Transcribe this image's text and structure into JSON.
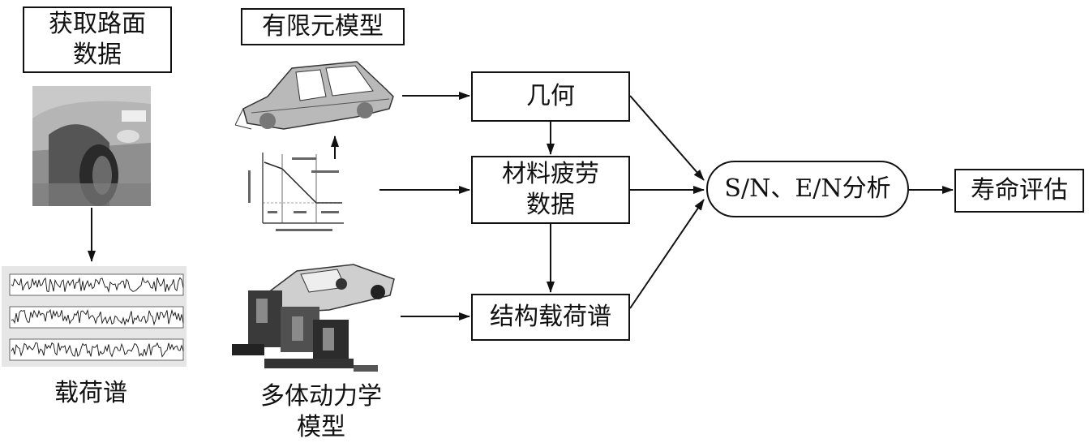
{
  "left": {
    "title": "获取路面\n数据",
    "bottom_label": "载荷谱"
  },
  "middle": {
    "fem_title": "有限元模型",
    "mbd_label": "多体动力学\n模型"
  },
  "flow": {
    "geometry": "几何",
    "material": "材料疲劳\n数据",
    "load": "结构载荷谱",
    "analysis": "S/N、E/N分析",
    "life": "寿命评估"
  },
  "icons": [
    "car-wheel-photo",
    "load-history-plots",
    "car-body-fem",
    "sn-curve-plot",
    "multibody-car-rig"
  ]
}
